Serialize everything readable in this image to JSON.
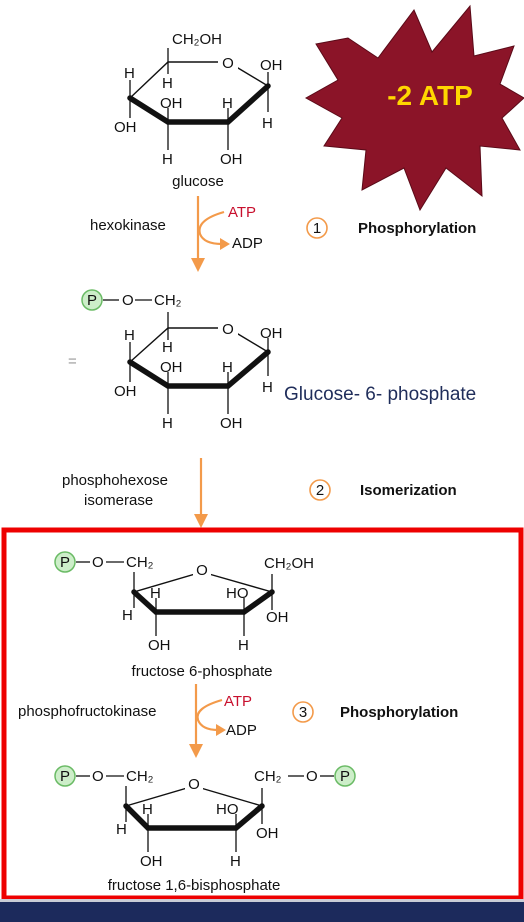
{
  "starburst": {
    "label": "-2 ATP",
    "fill": "#8b1428",
    "text_color": "#ffd700"
  },
  "glucose": {
    "top_group": "CH₂OH",
    "ring_o": "O",
    "h_left": "H",
    "h_inner": "H",
    "oh_right": "OH",
    "oh_left": "OH",
    "oh_inner": "OH",
    "h_inner2": "H",
    "h_right": "H",
    "h_bottom": "H",
    "oh_bottom": "OH",
    "name": "glucose"
  },
  "step1": {
    "enzyme": "hexokinase",
    "atp": "ATP",
    "adp": "ADP",
    "number": "1",
    "label": "Phosphorylation"
  },
  "g6p": {
    "p": "P",
    "o_link": "O",
    "ch2": "CH₂",
    "ring_o": "O",
    "h_left": "H",
    "h_inner": "H",
    "oh_right": "OH",
    "oh_left": "OH",
    "oh_inner": "OH",
    "h_inner2": "H",
    "h_right": "H",
    "h_bottom": "H",
    "oh_bottom": "OH",
    "equals": "=",
    "name": "Glucose- 6- phosphate"
  },
  "step2": {
    "enzyme_line1": "phosphohexose",
    "enzyme_line2": "isomerase",
    "number": "2",
    "label": "Isomerization"
  },
  "f6p": {
    "p": "P",
    "o_link": "O",
    "ch2": "CH₂",
    "ring_o": "O",
    "ch2oh": "CH₂OH",
    "h_upper": "H",
    "ho_upper": "HO",
    "h_left": "H",
    "oh_right": "OH",
    "oh_bottom": "OH",
    "h_bottom": "H",
    "name": "fructose 6-phosphate"
  },
  "step3": {
    "enzyme": "phosphofructokinase",
    "atp": "ATP",
    "adp": "ADP",
    "number": "3",
    "label": "Phosphorylation"
  },
  "f16bp": {
    "p_left": "P",
    "o_left": "O",
    "ch2_left": "CH₂",
    "ring_o": "O",
    "ch2_right": "CH₂",
    "o_right": "O",
    "p_right": "P",
    "h_upper": "H",
    "ho_upper": "HO",
    "h_left": "H",
    "oh_right": "OH",
    "oh_bottom": "OH",
    "h_bottom": "H",
    "name": "fructose 1,6-bisphosphate"
  },
  "colors": {
    "highlight_box": "#ee0000",
    "arrow": "#f39a4a",
    "phosphate_fill": "#cdeec9",
    "atp_text": "#c8102e",
    "bottom_bar": "#1c2a5c"
  }
}
